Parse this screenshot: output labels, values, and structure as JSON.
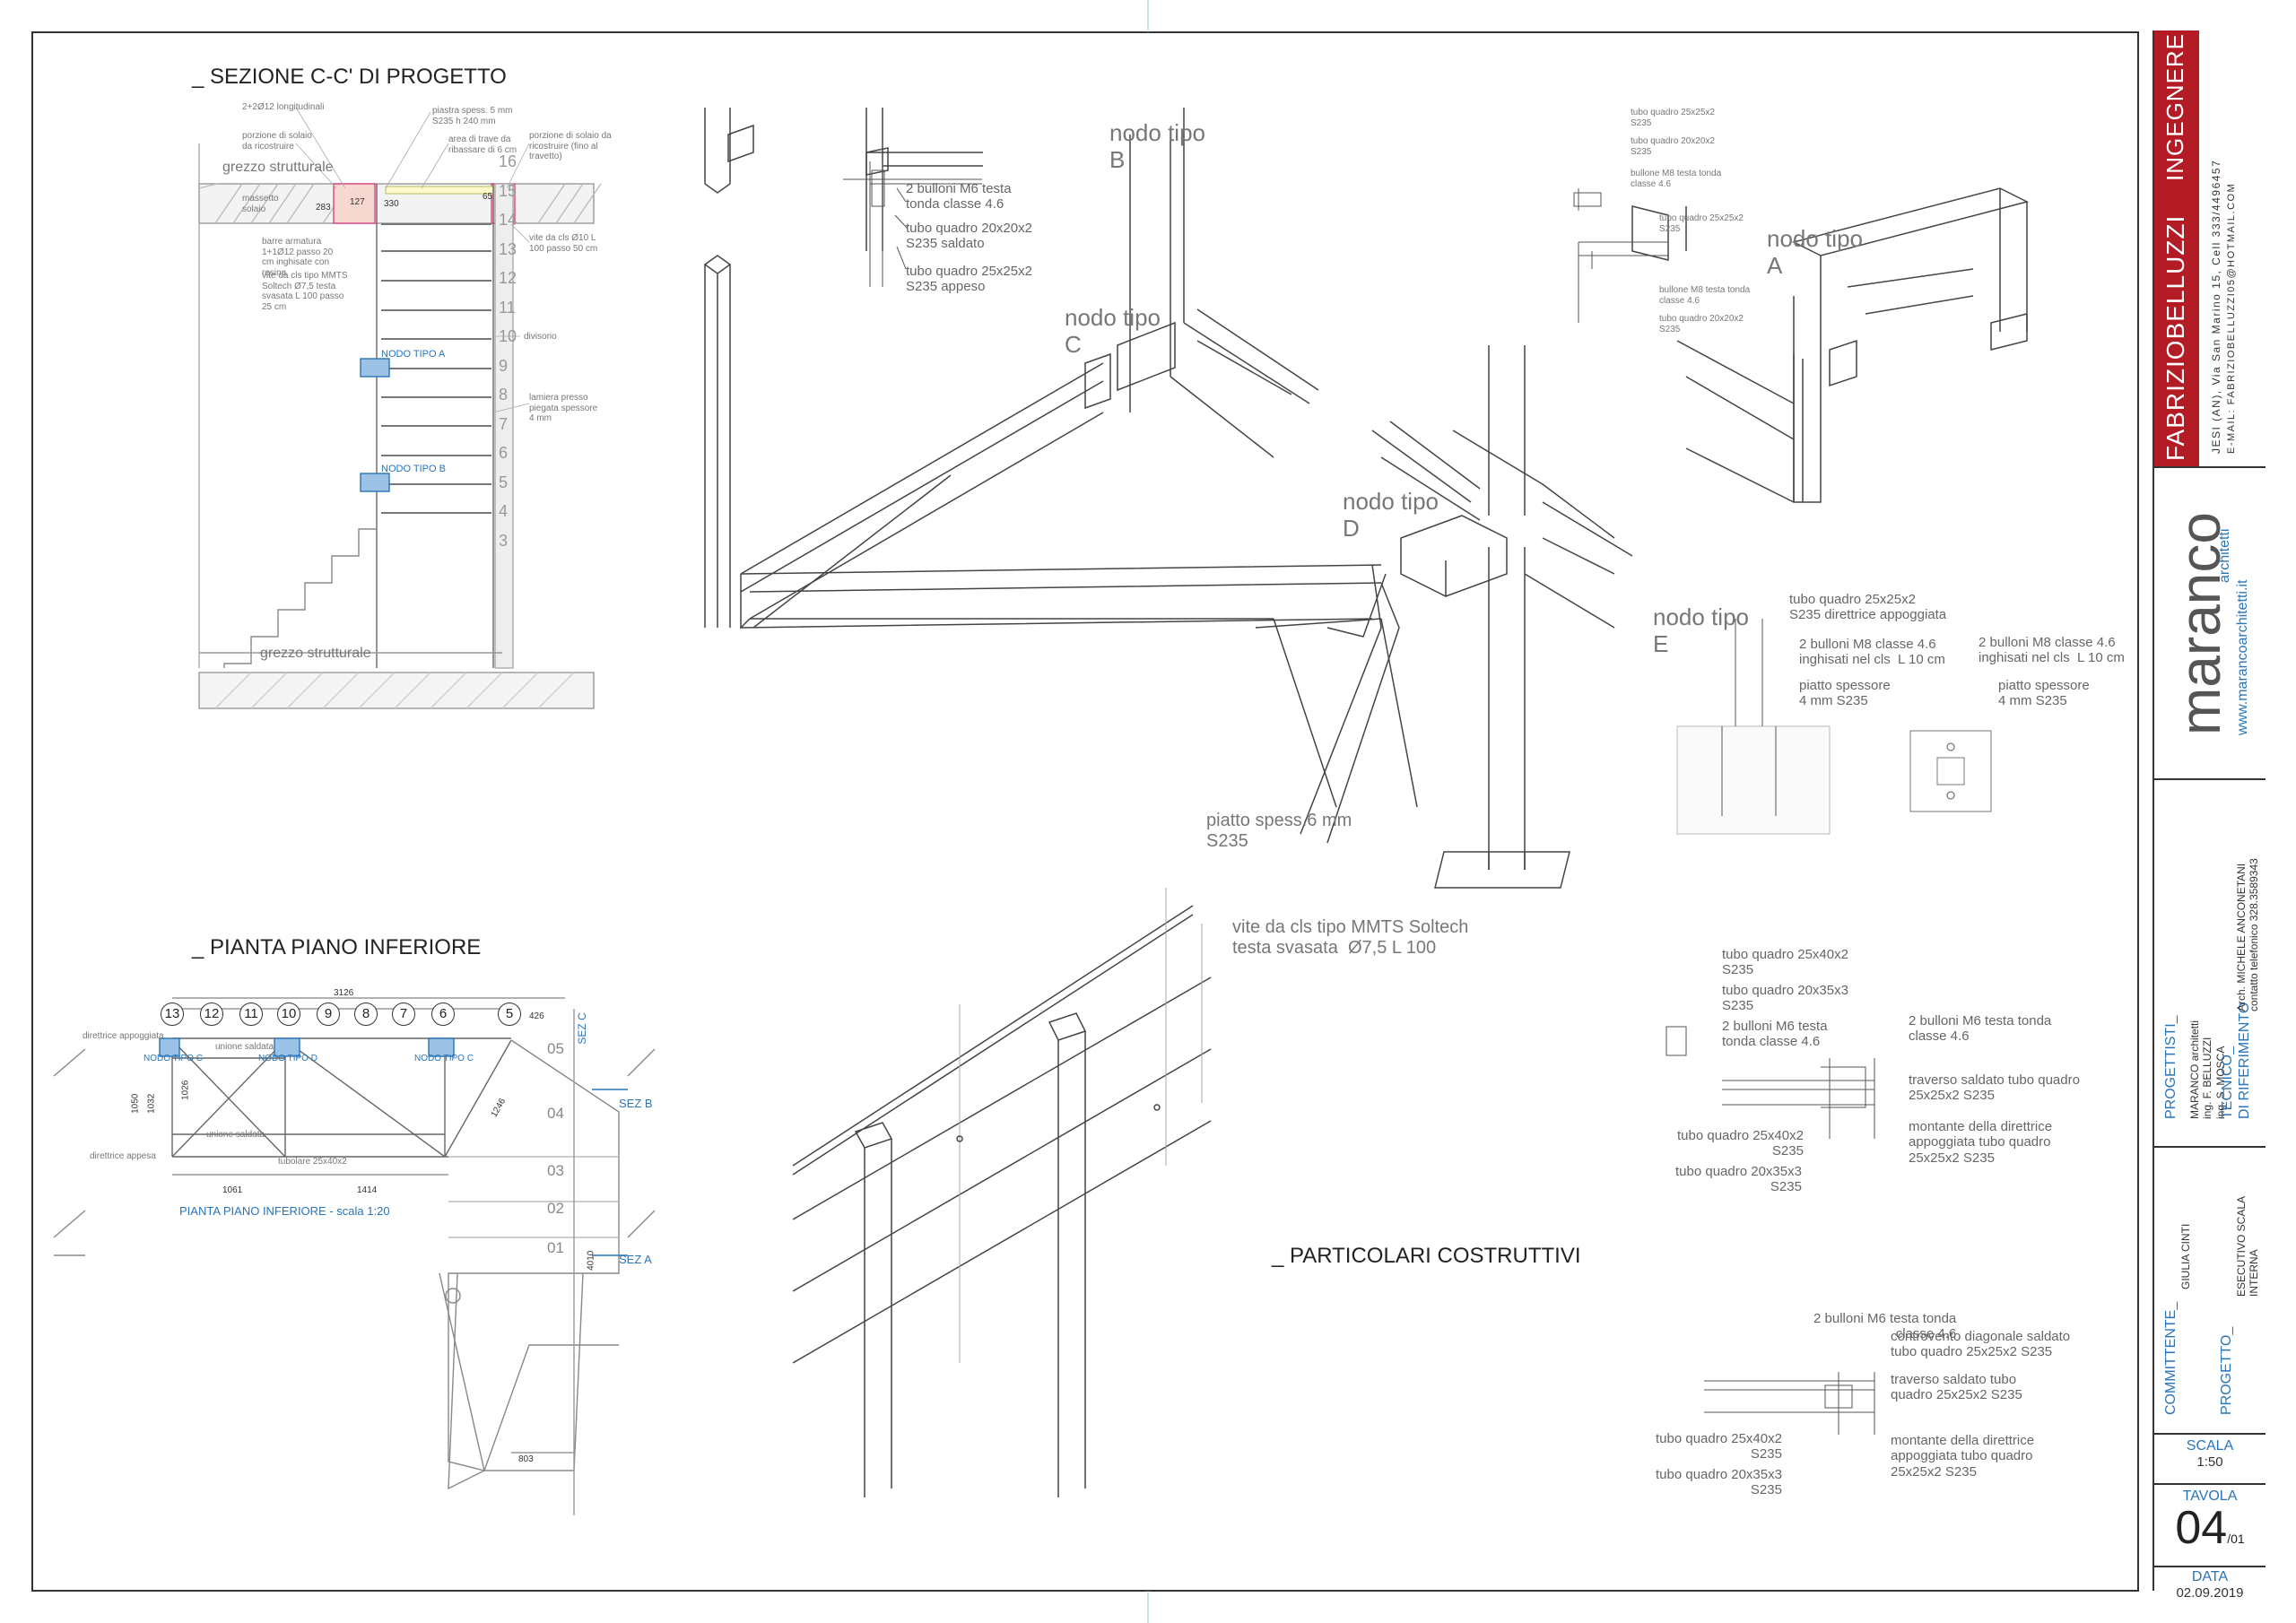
{
  "sections": {
    "section_cc_title": "_ SEZIONE C-C' DI PROGETTO",
    "plan_title": "_ PIANTA PIANO INFERIORE",
    "details_title": "_ PARTICOLARI COSTRUTTIVI"
  },
  "section_cc": {
    "notes": [
      "2+2Ø12 longitudinali",
      "porzione di solaio da ricostruire",
      "piastra spess. 5 mm S235 h 240 mm",
      "area di trave da ribassare di 6 cm",
      "porzione di solaio da ricostruire (fino al travetto)",
      "grezzo strutturale",
      "massetto solaio",
      "barre armatura 1+1Ø12 passo 20 cm inghisate con resina",
      "vite da cls tipo MMTS Soltech Ø7,5 testa svasata L 100 passo 25 cm",
      "vite da cls Ø10 L 100 passo 50 cm",
      "divisorio",
      "lamiera presso piegata spessore 4 mm",
      "grezzo strutturale"
    ],
    "step_numbers": [
      "16",
      "15",
      "14",
      "13",
      "12",
      "11",
      "10",
      "9",
      "8",
      "7",
      "6",
      "5",
      "4",
      "3"
    ],
    "node_a_tag": "NODO TIPO A",
    "node_b_tag": "NODO TIPO B",
    "dims": [
      "283",
      "127",
      "330",
      "65"
    ]
  },
  "plan": {
    "axis_numbers": [
      "13",
      "12",
      "11",
      "10",
      "9",
      "8",
      "7",
      "6",
      "5"
    ],
    "dim_total": "3126",
    "dim_right": "426",
    "dims_bottom": [
      "1061",
      "1414"
    ],
    "dim_left_a": "1050",
    "dim_left_b": "1032",
    "dim_left_c": "1026",
    "dim_diag": "1246",
    "dim_height": "4010",
    "dim_bottom_width": "803",
    "step_labels": [
      "05",
      "04",
      "03",
      "02",
      "01"
    ],
    "node_tags": [
      "NODO TIPO C",
      "NODO TIPO D",
      "NODO TIPO C"
    ],
    "sez_b": "SEZ B",
    "sez_a": "SEZ A",
    "sez_c": "SEZ C",
    "caption": "PIANTA PIANO INFERIORE - scala 1:20",
    "labels": [
      "direttrice appoggiata",
      "direttrice appesa",
      "unione saldata",
      "unione saldata",
      "tubolare 25x40x2"
    ]
  },
  "nodes": {
    "node_b": "nodo tipo\nB",
    "node_c": "nodo tipo\nC",
    "node_a": "nodo tipo\nA",
    "node_d": "nodo tipo\nD",
    "node_e": "nodo tipo\nE"
  },
  "callouts": {
    "b_bolts": "2 bulloni M6 testa\ntonda classe 4.6",
    "b_tube1": "tubo quadro 20x20x2\nS235 saldato",
    "b_tube2": "tubo quadro 25x25x2\nS235 appeso",
    "a1": "tubo quadro 25x25x2\nS235",
    "a2": "tubo quadro 20x20x2\nS235",
    "a3": "bullone M8 testa tonda\nclasse 4.6",
    "a4": "tubo quadro 25x25x2\nS235",
    "a5": "bullone M8 testa tonda\nclasse 4.6",
    "a6": "tubo quadro 20x20x2\nS235",
    "e_tube": "tubo quadro 25x25x2\nS235 direttrice appoggiata",
    "e_bolts_l": "2 bulloni M8 classe 4.6\ninghisati nel cls  L 10 cm",
    "e_plate_l": "piatto spessore\n4 mm S235",
    "e_bolts_r": "2 bulloni M8 classe 4.6\ninghisati nel cls  L 10 cm",
    "e_plate_r": "piatto spessore\n4 mm S235",
    "plate6": "piatto spess.6 mm\nS235",
    "screw": "vite da cls tipo MMTS Soltech\ntesta svasata  Ø7,5 L 100",
    "d1_tube": "tubo quadro 25x40x2\nS235",
    "d1_tube2": "tubo quadro 20x35x3\nS235",
    "d1_bolts": "2 bulloni M6 testa\ntonda classe 4.6",
    "d1_bolts_r": "2 bulloni M6 testa tonda\nclasse 4.6",
    "d1_traverso": "traverso saldato tubo quadro\n25x25x2 S235",
    "d1_tube_l": "tubo quadro 25x40x2\nS235",
    "d1_tube_l2": "tubo quadro 20x35x3\nS235",
    "d1_montante": "montante della direttrice\nappoggiata tubo quadro\n25x25x2 S235",
    "d2_bolts": "2 bulloni M6 testa tonda\nclasse 4.6",
    "d2_controvento": "controvento diagonale saldato\ntubo quadro 25x25x2 S235",
    "d2_traverso": "traverso saldato tubo\nquadro 25x25x2 S235",
    "d2_montante": "montante della direttrice\nappoggiata tubo quadro\n25x25x2 S235",
    "d2_tube": "tubo quadro 25x40x2\nS235",
    "d2_tube2": "tubo quadro 20x35x3\nS235"
  },
  "title_block": {
    "firm_name": "FABRIZIOBELLUZZI",
    "firm_role": "INGEGNERE",
    "firm_address": "JESI (AN), Via San Marino 15, Cell 333/4496457",
    "firm_email": "E-MAIL: FABRIZIOBELLUZZI05@HOTMAIL.COM",
    "logo_word": "maranco",
    "logo_sub": "architetti",
    "website": "www.marancoarchitetti.it",
    "progettisti_label": "PROGETTISTI_",
    "progettisti": "MARANCO architetti\ning. F. BELLUZZI\ning. S. MOSCA",
    "tecnico_label": "TECNICO_\nDI RIFERIMENTO",
    "tecnico": "Arch. MICHELE ANCONETANI\ncontatto telefonico 328.3589343",
    "committente_label": "COMMITTENTE_",
    "committente": "GIULIA CINTI",
    "progetto_label": "PROGETTO_",
    "progetto": "ESECUTIVO SCALA\nINTERNA",
    "scala_label": "SCALA",
    "scala": "1:50",
    "tavola_label": "TAVOLA",
    "tavola": "04",
    "tavola_sub": "/01",
    "data_label": "DATA",
    "data": "02.09.2019"
  }
}
